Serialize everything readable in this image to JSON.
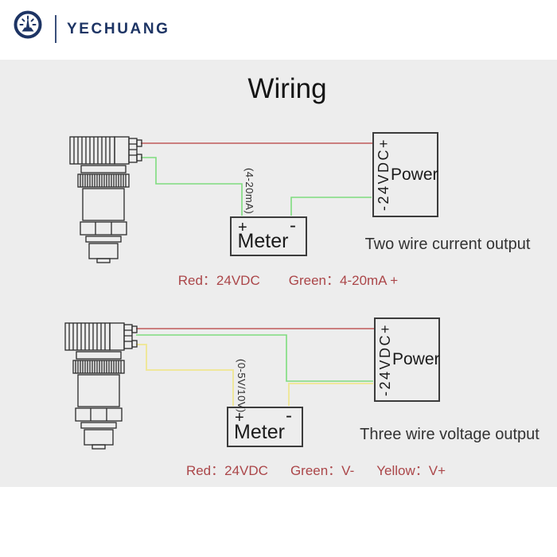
{
  "header": {
    "brand": "YECHUANG",
    "logo": "gauge-icon"
  },
  "title": "Wiring",
  "sections": [
    {
      "name": "two-wire-current",
      "annotation": "(4-20mA)",
      "power": {
        "terminals": "-24VDC+",
        "label": "Power"
      },
      "meter": {
        "plus": "+",
        "minus": "-",
        "label": "Meter"
      },
      "caption": "Two wire current output",
      "legend": [
        "Red：24VDC",
        "Green：4-20mA +"
      ]
    },
    {
      "name": "three-wire-voltage",
      "annotation": "(0-5V/10V)",
      "power": {
        "terminals": "-24VDC+",
        "label": "Power"
      },
      "meter": {
        "plus": "+",
        "minus": "-",
        "label": "Meter"
      },
      "caption": "Three wire voltage output",
      "legend": [
        "Red：24VDC",
        "Green：V-",
        "Yellow：V+"
      ]
    }
  ],
  "colors": {
    "brand_navy": "#1d3464",
    "panel_bg": "#ededed",
    "wire_red": "#c05a5a",
    "wire_green": "#7edc7e",
    "wire_yellow": "#efe79b",
    "legend_text": "#ab4649"
  }
}
